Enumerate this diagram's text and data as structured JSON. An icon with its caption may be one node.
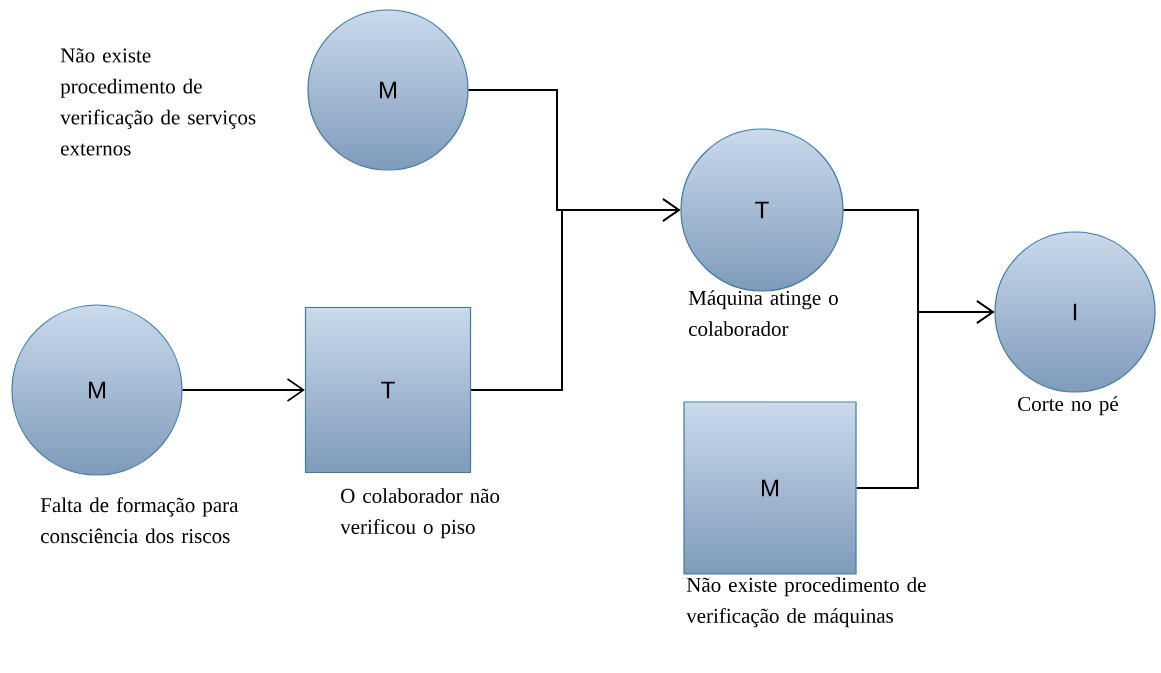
{
  "diagram": {
    "nodes": [
      {
        "text": [
          "M"
        ],
        "beside": [
          "Não existe procedimento de verificação de serviços externos"
        ]
      },
      {
        "text": [
          "M"
        ],
        "beside": [
          "Falta de formação para consciência dos riscos"
        ]
      },
      {
        "text": [
          "T"
        ],
        "beside": [
          "O colaborador não verificou o piso"
        ]
      },
      {
        "text": [
          "T"
        ],
        "beside": [
          "Máquina atinge o colaborador"
        ]
      },
      {
        "text": [
          "M"
        ],
        "beside": [
          "Não existe procedimento de verificação de máquinas"
        ]
      },
      {
        "text": [
          "I"
        ],
        "beside": [
          "Corte no pé"
        ]
      }
    ],
    "edges": [
      {
        "from": 1,
        "to": 2,
        "arrow": "to"
      },
      {
        "from": 0,
        "to": 3,
        "arrow": "to"
      },
      {
        "from": 2,
        "to": 3,
        "arrow": "to"
      },
      {
        "from": 3,
        "to": 5,
        "arrow": "to"
      },
      {
        "from": 4,
        "to": 5,
        "arrow": "to"
      }
    ]
  }
}
